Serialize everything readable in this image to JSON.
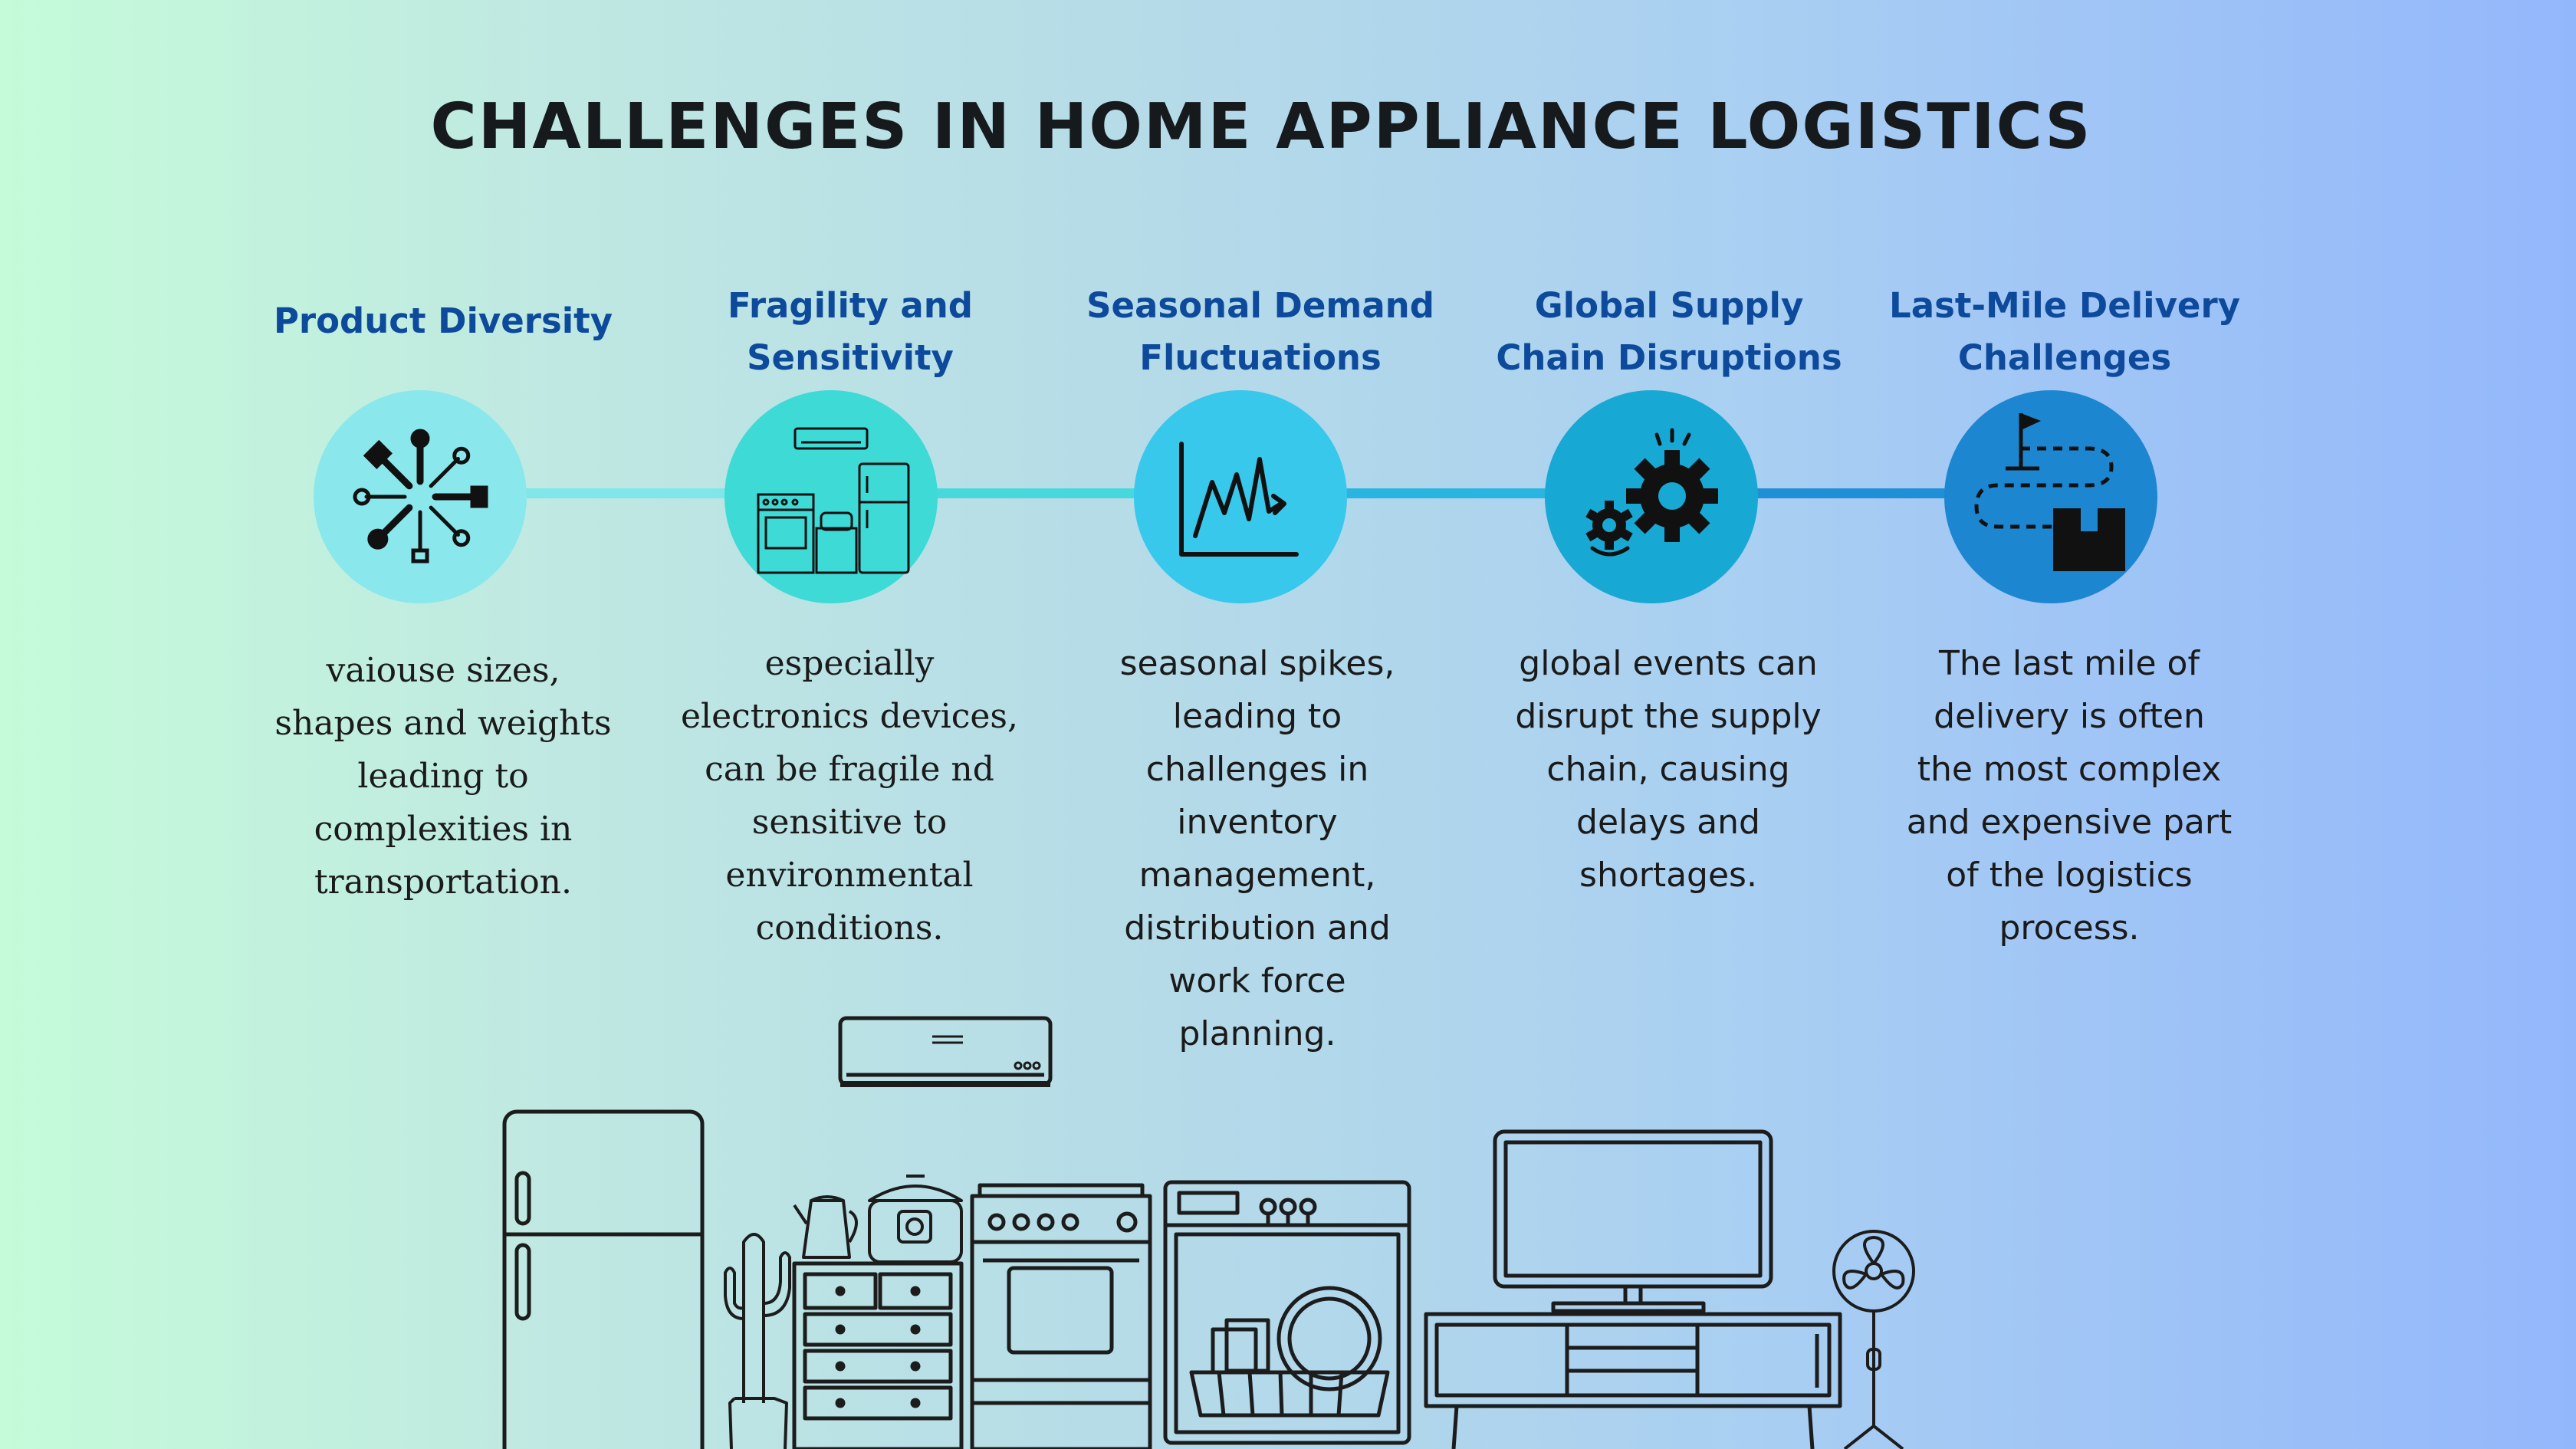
{
  "title": "CHALLENGES IN HOME APPLIANCE LOGISTICS",
  "colors": {
    "title": "#161a1d",
    "heading": "#0d4a9c",
    "circles": [
      "#8ae8ec",
      "#3ddad6",
      "#37c8ec",
      "#17a8d4",
      "#1c86d0"
    ],
    "connectors": [
      "#80e6ea",
      "#47d8dc",
      "#2ab4e0",
      "#1f8fd6"
    ]
  },
  "challenges": [
    {
      "title": "Product Diversity",
      "icon": "tools-circle-icon",
      "description": "vaiouse sizes, shapes and weights leading to complexities in transportation."
    },
    {
      "title": "Fragility and Sensitivity",
      "icon": "appliances-icon",
      "description": "especially electronics devices, can be fragile nd sensitive to environmental conditions."
    },
    {
      "title": "Seasonal Demand Fluctuations",
      "icon": "line-chart-icon",
      "description": "seasonal spikes, leading to challenges in inventory management, distribution and work force planning."
    },
    {
      "title": "Global Supply Chain Disruptions",
      "icon": "gears-icon",
      "description": "global events can disrupt the supply chain, causing delays and shortages."
    },
    {
      "title": "Last-Mile Delivery Challenges",
      "icon": "route-box-icon",
      "description": "The last mile of delivery is often the most complex and expensive part of the logistics process."
    }
  ]
}
